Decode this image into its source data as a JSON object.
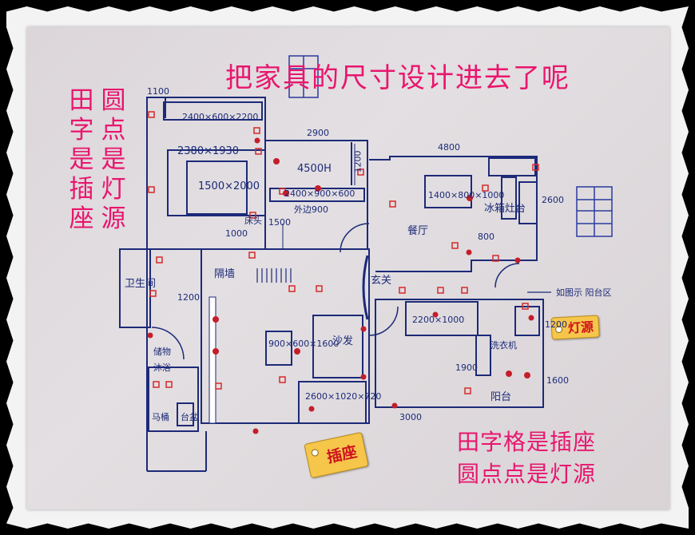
{
  "title": "把家具的尺寸设计进去了呢",
  "left_notes": {
    "col1": [
      "田",
      "字",
      "是",
      "插",
      "座"
    ],
    "col2": [
      "圆",
      "点",
      "是",
      "灯",
      "源"
    ]
  },
  "legend": {
    "line1": "田字格是插座",
    "line2": "圆点点是灯源"
  },
  "tags": {
    "light_source": "灯源",
    "socket": "插座"
  },
  "plan_labels": {
    "top_dim": "1100",
    "wardrobe_size": "2400×600×2200",
    "bed1_size": "2380×1930",
    "mattress1": "1500×2000",
    "bed_side": "床头",
    "r2_dim": "2900",
    "r2_dim2": "4500H",
    "r2_h": "1200",
    "r2_bed": "2400×900×600",
    "r2_dim3": "1500",
    "r2_ext": "外边900",
    "mid_dim": "1000",
    "mid_dim2": "1200",
    "kitchen_dim": "4800",
    "counter": "1400×800×1000",
    "kitchen_dim2": "2600",
    "kitchen_dim3": "800",
    "stove": "灶台",
    "fridge": "冰箱",
    "dining": "餐厅",
    "entry": "玄关",
    "wall": "隔墙",
    "sofa": "沙发",
    "coffee_table": "900×600×1600",
    "sofa_size": "2600×1020×720",
    "tv_size": "2200×1000",
    "dim_3000": "3000",
    "dim_1900": "1900",
    "dim_1600": "1600",
    "dim_1200": "1200",
    "note_right": "如图示 阳台区",
    "balcony": "阳台",
    "laundry": "洗衣机",
    "bath": "卫生间",
    "closet": "储物",
    "bath_fix": "沐浴",
    "wc": "马桶",
    "basin": "台盆"
  },
  "colors": {
    "ink": "#1c2a78",
    "pink_text": "#e8166e",
    "outlet": "#d42a2a",
    "tag_bg": "#f5c64a"
  }
}
